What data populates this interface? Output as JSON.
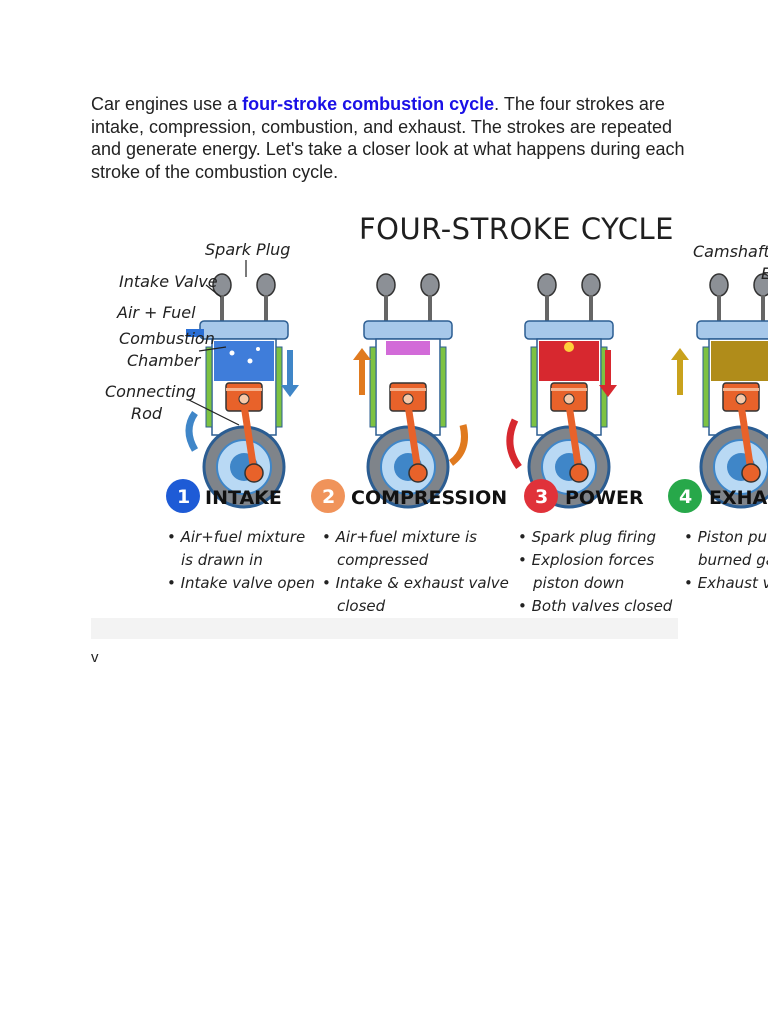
{
  "intro": {
    "before": "Car engines use a ",
    "link": "four-stroke combustion cycle",
    "after": ". The four strokes are intake, compression, combustion, and exhaust. The strokes are repeated and generate energy. Let's take a closer look at what happens during each stroke of the combustion cycle."
  },
  "figure": {
    "title": "FOUR-STROKE CYCLE",
    "labels": {
      "spark_plug": "Spark Plug",
      "intake_valve": "Intake Valve",
      "air_fuel": "Air + Fuel",
      "combustion_line1": "Combustion",
      "combustion_line2": "Chamber",
      "connecting_line1": "Connecting",
      "connecting_line2": "Rod",
      "camshaft": "Camshaft",
      "cut_e": "E"
    },
    "strokes": [
      {
        "num": "1",
        "name": "INTAKE",
        "color": "#1e5bd6",
        "bullets": [
          "• Air+fuel mixture",
          "  is drawn in",
          "• Intake valve open"
        ]
      },
      {
        "num": "2",
        "name": "COMPRESSION",
        "color": "#f0935a",
        "bullets": [
          "• Air+fuel mixture is",
          "  compressed",
          "• Intake & exhaust valve",
          "  closed"
        ]
      },
      {
        "num": "3",
        "name": "POWER",
        "color": "#e0323a",
        "bullets": [
          "• Spark plug firing",
          "• Explosion forces",
          "  piston down",
          "• Both valves closed"
        ]
      },
      {
        "num": "4",
        "name": "EXHAU",
        "color": "#27a84a",
        "bullets": [
          "• Piston pu",
          "  burned ga",
          "• Exhaust v"
        ]
      }
    ],
    "colors": {
      "cylinder": "#3f86c8",
      "jacket": "#7dc242",
      "piston": "#e8622a",
      "crank": "#8a8f96",
      "intake_fill": "#2a6fd6",
      "power_fill": "#d7282f",
      "exhaust_fill": "#b08c1a"
    }
  },
  "stray_text": "v"
}
